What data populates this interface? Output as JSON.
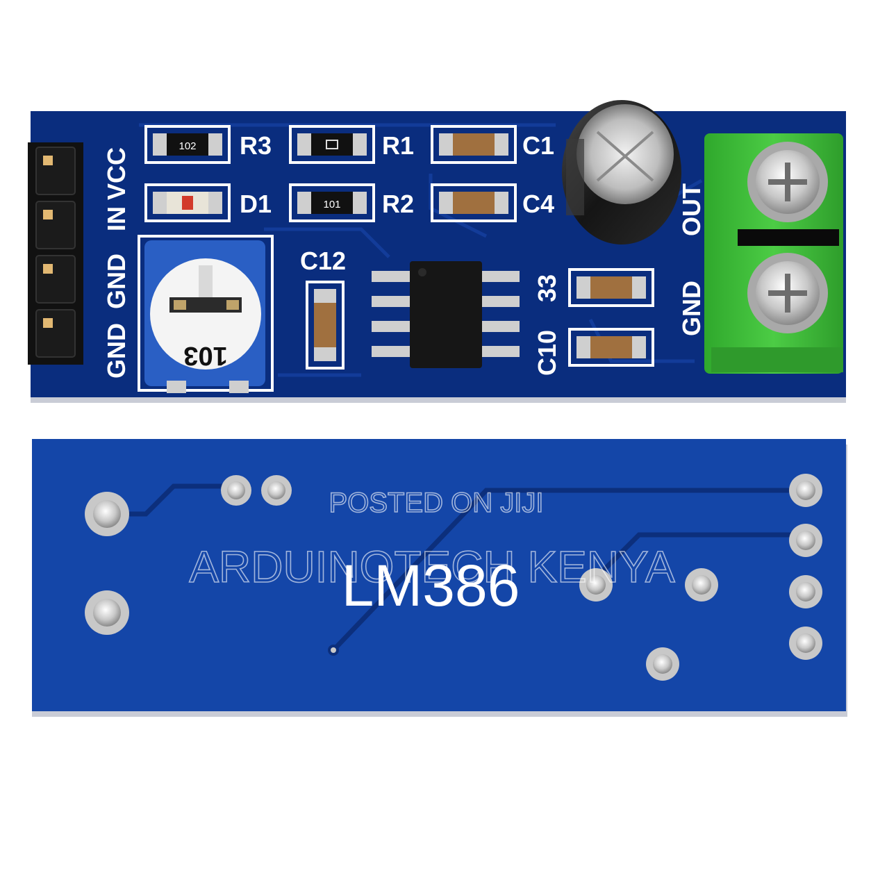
{
  "front": {
    "pin_labels": [
      "VCC",
      "IN",
      "GND",
      "GND"
    ],
    "silk": {
      "r3": "R3",
      "r1": "R1",
      "c1": "C1",
      "d1": "D1",
      "r2": "R2",
      "c4": "C4",
      "c12": "C12",
      "c33": "33",
      "c10": "C10",
      "out": "OUT",
      "gnd": "GND"
    },
    "resistor_codes": {
      "r3": "102",
      "r2": "101"
    },
    "pot_code": "103"
  },
  "back": {
    "chip_label": "LM386"
  },
  "watermark": {
    "line1": "POSTED ON JIJI",
    "line2": "ARDUINOTECH KENYA"
  },
  "colors": {
    "pcb_blue": "#0a2d7e",
    "pcb_blue_back": "#1446a8",
    "terminal_green": "#3fbf3a",
    "silkscreen": "#ffffff",
    "pot_blue": "#2a5fc4"
  }
}
